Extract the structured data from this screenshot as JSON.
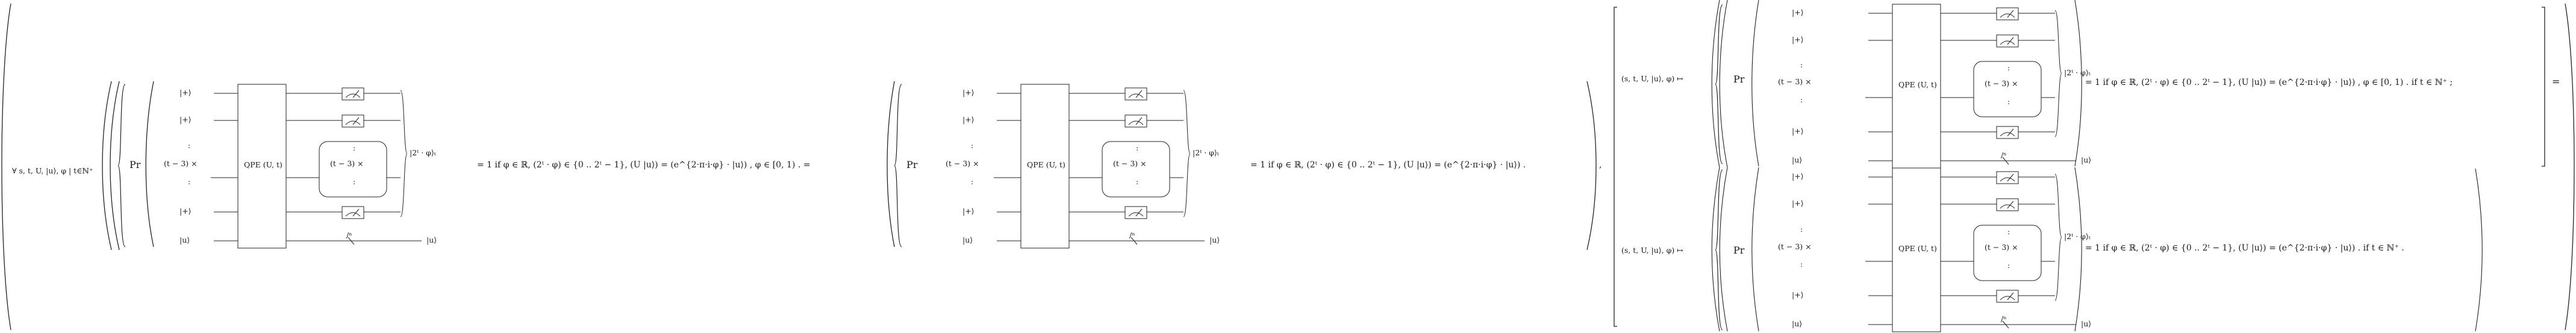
{
  "formula": {
    "quantifier": "∀ s, t, U, |u⟩, φ  |  t∈ℕ⁺",
    "pr": "Pr",
    "circuit": {
      "ket_plus": "|+⟩",
      "vdots": ":",
      "multiplicity": "(t − 3) ×",
      "ket_u": "|u⟩",
      "qpe_label": "QPE (U, t)",
      "inner_label": "(t − 3) ×",
      "output_state": "|2ᵗ · φ⟩ₜ",
      "slash_marker": "/ⁿ"
    },
    "conditions": {
      "first": "= 1 if φ ∈ ℝ, (2ᵗ · φ) ∈ {0 .. 2ᵗ − 1}, (U |u⟩) = (e^{2·π·i·φ} · |u⟩) , φ ∈ [0, 1) . =",
      "second": "= 1 if φ ∈ ℝ, (2ᵗ · φ) ∈ {0 .. 2ᵗ − 1}, (U |u⟩) = (e^{2·π·i·φ} · |u⟩) .",
      "separator": ",",
      "top_row": "= 1 if φ ∈ ℝ, (2ᵗ · φ) ∈ {0 .. 2ᵗ − 1}, (U |u⟩) = (e^{2·π·i·φ} · |u⟩) , φ ∈ [0, 1) . if t ∈ ℕ⁺ ;",
      "bottom_row": "= 1 if φ ∈ ℝ, (2ᵗ · φ) ∈ {0 .. 2ᵗ − 1}, (U |u⟩) = (e^{2·π·i·φ} · |u⟩) . if t ∈ ℕ⁺ ."
    },
    "mapsto": "(s, t, U, |u⟩, φ) ↦",
    "final_eq": "="
  }
}
